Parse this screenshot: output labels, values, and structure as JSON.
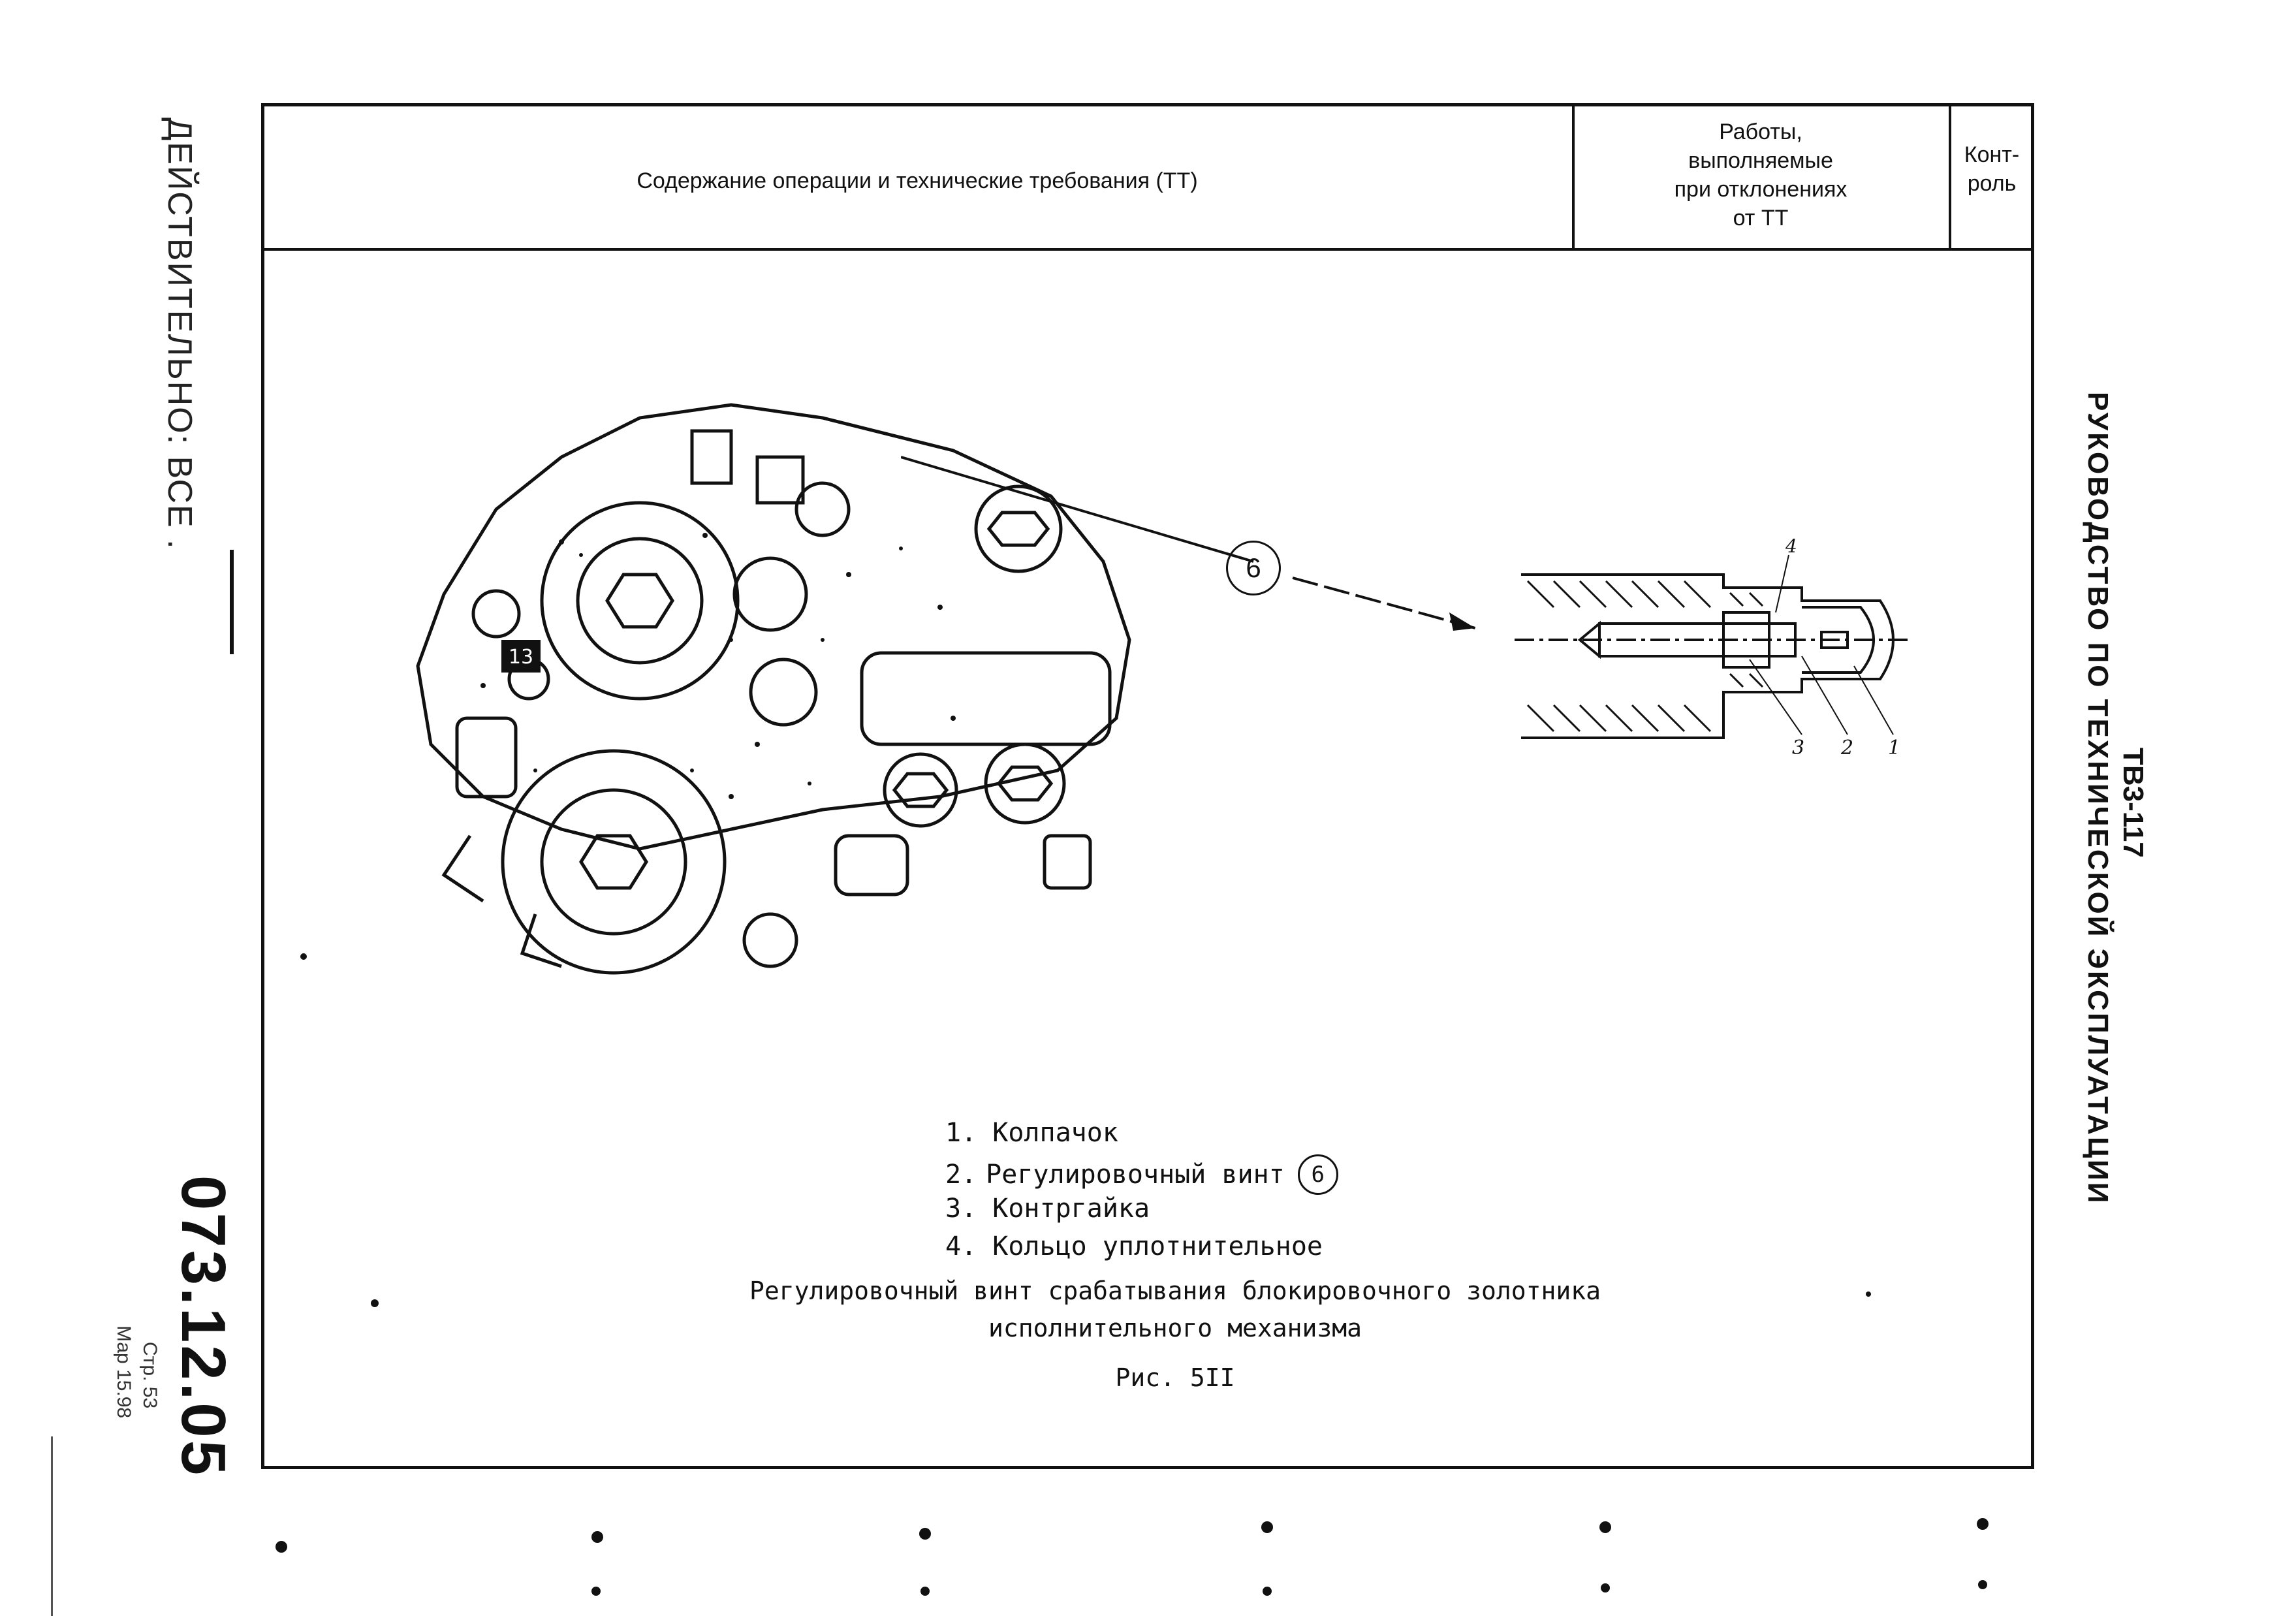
{
  "header": {
    "col_main": "Содержание операции и технические требования (ТТ)",
    "col_works_lines": [
      "Работы,",
      "выполняемые",
      "при отклонениях",
      "от ТТ"
    ],
    "col_control_lines": [
      "Конт-",
      "роль"
    ]
  },
  "side_left": {
    "validity": "ДЕЙСТВИТЕЛЬНО: ВСЕ .",
    "doc_number": "073.12.05",
    "page": "Стр. 53",
    "date": "Мар 15.98"
  },
  "side_right": {
    "model": "ТВ3-117",
    "manual_title": "РУКОВОДСТВО ПО ТЕХНИЧЕСКОЙ ЭКСПЛУАТАЦИИ"
  },
  "figure": {
    "callout": "6",
    "part_number_label": "13",
    "detail_labels": [
      "4",
      "3",
      "2",
      "1"
    ]
  },
  "legend": {
    "items": [
      {
        "num": "1.",
        "text": "Колпачок"
      },
      {
        "num": "2.",
        "text": "Регулировочный винт",
        "ref": "6"
      },
      {
        "num": "3.",
        "text": "Контргайка"
      },
      {
        "num": "4.",
        "text": "Кольцо уплотнительное"
      }
    ]
  },
  "caption": {
    "line1": "Регулировочный винт срабатывания блокировочного золотника",
    "line2": "исполнительного механизма",
    "fig_label": "Рис. 5II"
  }
}
